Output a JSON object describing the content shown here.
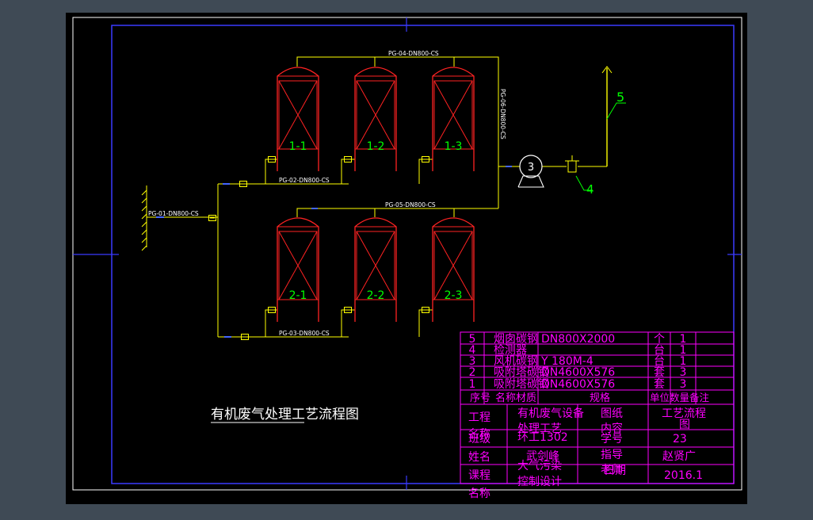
{
  "colors": {
    "background": "#3f4a55",
    "canvas": "#000000",
    "frame": "#ffffff",
    "border_inner": "#2222ff",
    "vessel": "#ff2222",
    "pipe": "#ffff00",
    "label": "#00ff00",
    "table": "#ff00ff"
  },
  "diagram": {
    "title": "有机废气处理工艺流程图",
    "pipe_labels": {
      "pg01": "PG-01-DN800-CS",
      "pg02": "PG-02-DN800-CS",
      "pg03": "PG-03-DN800-CS",
      "pg04": "PG-04-DN800-CS",
      "pg05": "PG-05-DN800-CS",
      "pg06": "PG-06-DN800-CS"
    },
    "adsorbers": [
      "1-1",
      "1-2",
      "1-3",
      "2-1",
      "2-2",
      "2-3"
    ],
    "fan_tag": "3",
    "detector_tag": "4",
    "chimney_tag": "5"
  },
  "parts_list": {
    "rows": [
      {
        "no": "5",
        "name": "烟囱碳钢",
        "spec": "DN800X2000",
        "unit": "个",
        "qty": "1"
      },
      {
        "no": "4",
        "name": "检测器",
        "spec": "",
        "unit": "台",
        "qty": "1"
      },
      {
        "no": "3",
        "name": "风机碳钢",
        "spec": "Y 180M-4",
        "unit": "台",
        "qty": "1"
      },
      {
        "no": "2",
        "name": "吸附塔碳钢",
        "spec": "DN4600X576",
        "unit": "套",
        "qty": "3"
      },
      {
        "no": "1",
        "name": "吸附塔碳钢",
        "spec": "DN4600X576",
        "unit": "套",
        "qty": "3"
      }
    ],
    "header": {
      "no": "序号",
      "name": "名称材质",
      "spec": "规格",
      "unit_qty_note": "单位数量备注"
    }
  },
  "title_block": {
    "project_label": "工程\n名称",
    "project_value": "有机废气设备\n处理工艺",
    "content_label": "图纸\n内容",
    "content_value": "工艺流程\n图",
    "class_label": "班级",
    "class_value": "环工1302",
    "student_no_label": "学号",
    "student_no_value": "23",
    "name_label": "姓名",
    "name_value": "武剑峰",
    "advisor_label": "指导\n老师",
    "advisor_value": "赵贤广",
    "course_label": "课程\n名称",
    "course_value": "大气污染\n控制设计",
    "date_label": "日期",
    "date_value": "2016.1"
  }
}
